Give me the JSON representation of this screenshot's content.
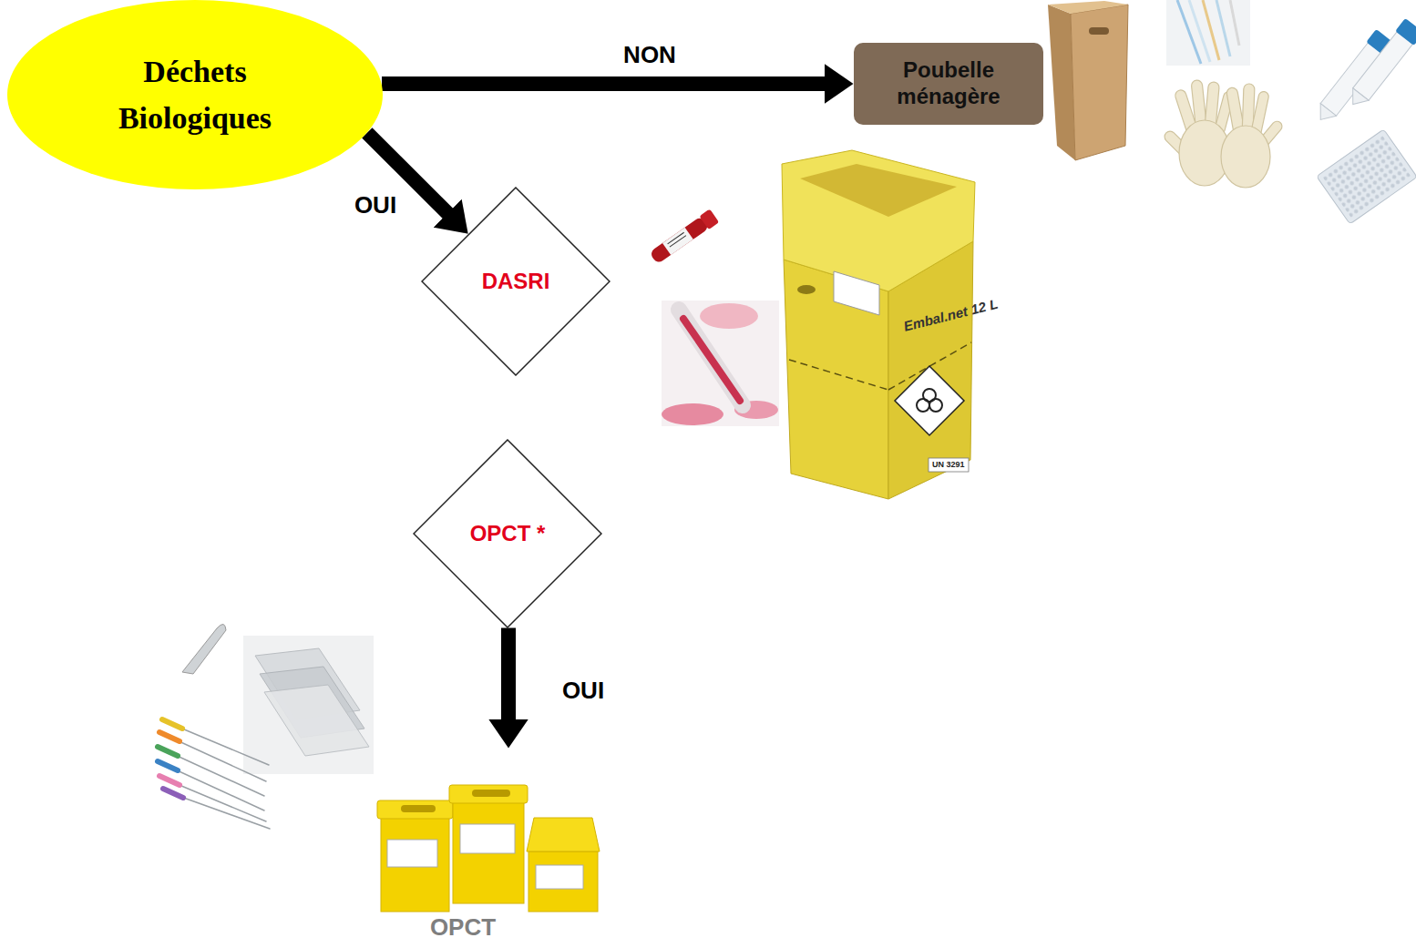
{
  "diagram": {
    "nodes": [
      {
        "text": [
          "Déchets Biologiques"
        ]
      },
      {
        "text": [
          "Poubelle ménagère"
        ]
      },
      {
        "text": [
          "DASRI"
        ]
      },
      {
        "text": [
          "OPCT *"
        ]
      },
      {
        "text": [
          "OPCT"
        ]
      }
    ],
    "edges": [
      {
        "from": 0,
        "to": 1,
        "arrow": "to",
        "label": "NON"
      },
      {
        "from": 0,
        "to": 2,
        "arrow": "to",
        "label": "OUI"
      },
      {
        "from": 3,
        "to": 4,
        "arrow": "to",
        "label": "OUI"
      }
    ],
    "labels": [
      "Embal.net 12 L",
      "UN 3291"
    ]
  }
}
